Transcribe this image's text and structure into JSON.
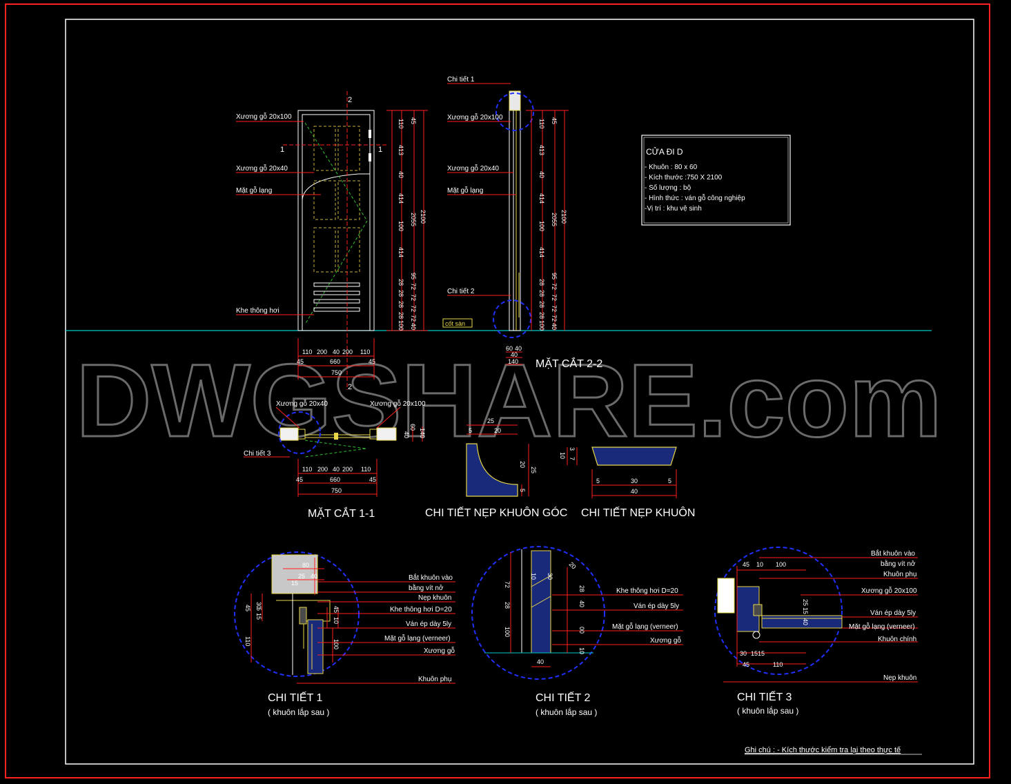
{
  "legend": {
    "title": "CỬA ĐI D",
    "lines": [
      "- Khuôn : 80 x 60",
      "- Kích thước :750 X 2100",
      "- Số lượng : bộ",
      "- Hình thức : ván gỗ công nghiệp",
      "-Vị trí : khu vệ sinh"
    ]
  },
  "elevation": {
    "labels": [
      "Xương gỗ 20x100",
      "Xương gỗ 20x40",
      "Mặt gỗ lạng",
      "Khe thông hơi"
    ],
    "section_mark_1": "1",
    "section_mark_2": "2",
    "vdims": [
      "45",
      "110",
      "413",
      "40",
      "414",
      "100",
      "414",
      "28",
      "28",
      "28",
      "28",
      "100"
    ],
    "vdims2": [
      "95",
      "72",
      "72",
      "72",
      "72",
      "40"
    ],
    "total_mid": "2055",
    "total": "2100",
    "hdims_row1": [
      "110",
      "200",
      "40",
      "200",
      "110"
    ],
    "hdims_row2": [
      "45",
      "660",
      "45"
    ],
    "hdims_row3": "750"
  },
  "section22": {
    "labels": [
      "Chi tiết 1",
      "Xương gỗ 20x100",
      "Xương gỗ 20x40",
      "Mặt gỗ lạng",
      "Chi tiết 2"
    ],
    "floor_label": "cốt sàn",
    "bottom_dims": [
      "60",
      "40",
      "40",
      "140"
    ],
    "title": "MẶT CẮT 2-2"
  },
  "section11": {
    "labels": [
      "Xương gỗ 20x40",
      "Xương gỗ 20x100",
      "Chi tiết 3"
    ],
    "side_dims": [
      "40",
      "60",
      "140"
    ],
    "hdims_row1": [
      "110",
      "200",
      "40",
      "200",
      "110"
    ],
    "hdims_row2": [
      "45",
      "660",
      "45"
    ],
    "hdims_row3": "750",
    "title": "MẶT CẮT 1-1"
  },
  "corner_trim": {
    "dims": [
      "25",
      "5",
      "20",
      "20",
      "25",
      "5"
    ],
    "title": "CHI TIẾT NẸP KHUÔN GÓC"
  },
  "trim": {
    "dims": [
      "10",
      "7",
      "3",
      "5",
      "30",
      "5",
      "40"
    ],
    "title": "CHI TIẾT NẸP KHUÔN"
  },
  "detail1": {
    "labels": [
      "Bắt khuôn vào",
      "bằng vít nở",
      "Nẹp khuôn",
      "Khe thông hơi D=20",
      "Ván ép dày 5ly",
      "Mặt gỗ lạng (verneer)",
      "Xương gỗ",
      "Khuôn phụ"
    ],
    "dims": [
      "80",
      "25",
      "40",
      "15",
      "45",
      "15",
      "5",
      "30",
      "110",
      "10",
      "45",
      "100"
    ],
    "title": "CHI TIẾT 1",
    "subtitle": "( khuôn lắp sau )"
  },
  "detail2": {
    "labels": [
      "Khe thông hơi D=20",
      "Ván ép dày 5ly",
      "Mặt gỗ lạng (verneer)",
      "Xương gỗ"
    ],
    "dims": [
      "20",
      "72",
      "28",
      "100",
      "10",
      "30",
      "28",
      "40",
      "00",
      "10",
      "40"
    ],
    "title": "CHI TIẾT 2",
    "subtitle": "( khuôn lắp sau )"
  },
  "detail3": {
    "labels": [
      "Bắt khuôn vào",
      "bằng vít nở",
      "Khuôn phụ",
      "Xương gỗ 20x100",
      "Ván ép dày 5ly",
      "Mặt gỗ lạng (verneer)",
      "Khuôn chính",
      "Nẹp khuôn"
    ],
    "dims": [
      "45",
      "10",
      "100",
      "30",
      "15",
      "15",
      "45",
      "110",
      "25",
      "15",
      "40"
    ],
    "title": "CHI TIẾT 3",
    "subtitle": "( khuôn lắp sau )"
  },
  "note": "Ghi chú : - Kích thước kiểm tra lại theo thực tế",
  "watermark": "DWGSHARE.com",
  "colors": {
    "background": "#000000",
    "outer_frame": "#ff2020",
    "inner_frame": "#ffffff",
    "dimension": "#ff2020",
    "frame_member": "#e8d84a",
    "detail_circle": "#2030ff",
    "floor_line": "#00c8c8",
    "watermark": "#6a6a6a"
  }
}
